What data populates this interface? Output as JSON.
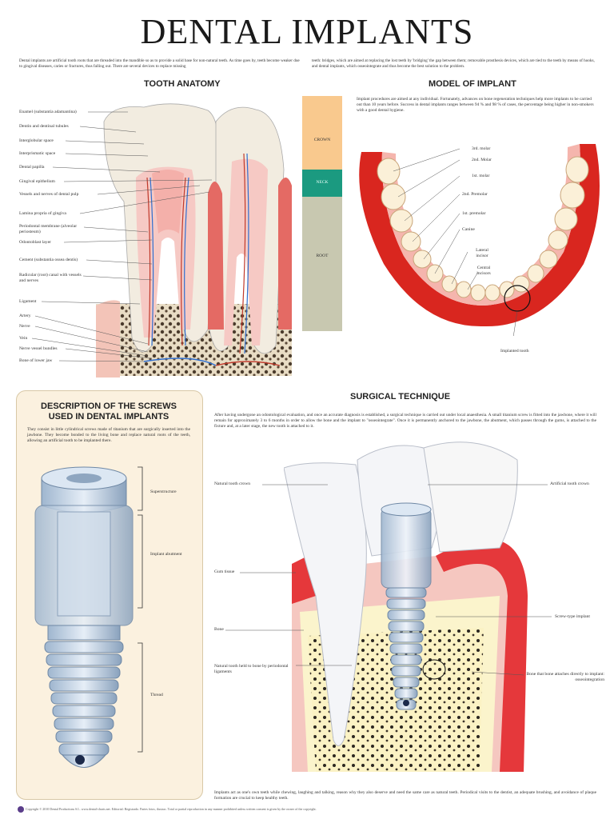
{
  "title": "DENTAL IMPLANTS",
  "intro": {
    "left": "Dental implants are artificial tooth roots that are threaded into the mandible so as to provide a solid base for non-natural teeth. As time goes by, teeth become weaker due to gingival diseases, caries or fractures, thus falling out. There are several devices to replace missing",
    "right": "teeth: bridges, which are aimed at replacing the lost teeth by 'bridging' the gap between them; removable prosthesis devices, which are tied to the teeth by means of hooks, and dental implants, which osseointegrate and thus become the best solution to the problem."
  },
  "tooth_anatomy": {
    "heading": "TOOTH ANATOMY",
    "labels": [
      "Enamel (substantia adamantina)",
      "Dentin and dentinal tubules",
      "Interglobular space",
      "Interprismatic space",
      "Dental papilla",
      "Gingival epithelium",
      "Vessels and nerves of dental pulp",
      "Lamina propria of gingiva",
      "Periodontal membrane (alveolar periosteum)",
      "Odontoblast layer",
      "Cement (substantia ossea dentis)",
      "Radicular (root) canal with vessels and nerves",
      "Ligament",
      "Artery",
      "Nerve",
      "Vein",
      "Nerve vessel bundles",
      "Bone of lower jaw"
    ],
    "bar": {
      "crown": "CROWN",
      "neck": "NECK",
      "root": "ROOT"
    }
  },
  "model_of_implant": {
    "heading": "MODEL OF IMPLANT",
    "text": "Implant procedures are aimed at any individual. Fortunately, advances on bone regeneration techniques help more implants to be carried out than 10 years before. Success in dental implants ranges between 94 % and 98 % of cases, the percentage being higher in non-smokers with a good dental hygiene.",
    "labels": [
      "3rd. molar",
      "2nd. Molar",
      "1st. molar",
      "2nd. Premolar",
      "1st. premolar",
      "Canine",
      "Lateral incisor",
      "Central incisors",
      "Implanted tooth"
    ]
  },
  "screws": {
    "heading_line1": "DESCRIPTION OF THE SCREWS",
    "heading_line2": "USED IN DENTAL IMPLANTS",
    "text": "They consist in little cylindrical screws made of titanium that are surgically inserted into the jawbone. They become bonded to the living bone and replace natural roots of the teeth, allowing an artificial tooth to be implanted there.",
    "parts": [
      "Superstructure",
      "Implant abutment",
      "Thread"
    ]
  },
  "surgical": {
    "heading": "SURGICAL TECHNIQUE",
    "text": "After having undergone an odontological evaluation, and once an accurate diagnosis is established, a surgical technique is carried out under local anaesthesia. A small titanium screw is fitted into the jawbone, where it will remain for approximately 3 to 6 months in order to allow the bone and the implant to \"osseointegrate\". Once it is permanently anchored to the jawbone, the abutment, which passes through the gums, is attached to the fixture and, at a later stage, the new tooth is attached to it.",
    "labels_left": [
      "Natural tooth crown",
      "Gum tissue",
      "Bone",
      "Natural tooth held to bone by periodontal ligaments"
    ],
    "labels_right": [
      "Artificial tooth crown",
      "Screw-type implant",
      "Bone that bone attaches directly to implant: osseointegration"
    ],
    "footer": "Implants act as one's own teeth while chewing, laughing and talking, reason why they also deserve and need the same care as natural teeth. Periodical visits to the dentist, an adequate brushing, and avoidance of plaque formation are crucial to keep healthy teeth."
  },
  "copyright": "Copyright © 2010 Dental Productions S.L. www.dental-charts.net. Editorial: Registrado. Partes fotos, ilustrac. Total or partial reproduction in any manner prohibited unless written consent is given by the owner of the copyright.",
  "colors": {
    "crown": "#f9c98e",
    "neck": "#1b9a80",
    "root": "#c8c8b0",
    "gum": "#e0322a",
    "panel": "#fbf1df"
  }
}
